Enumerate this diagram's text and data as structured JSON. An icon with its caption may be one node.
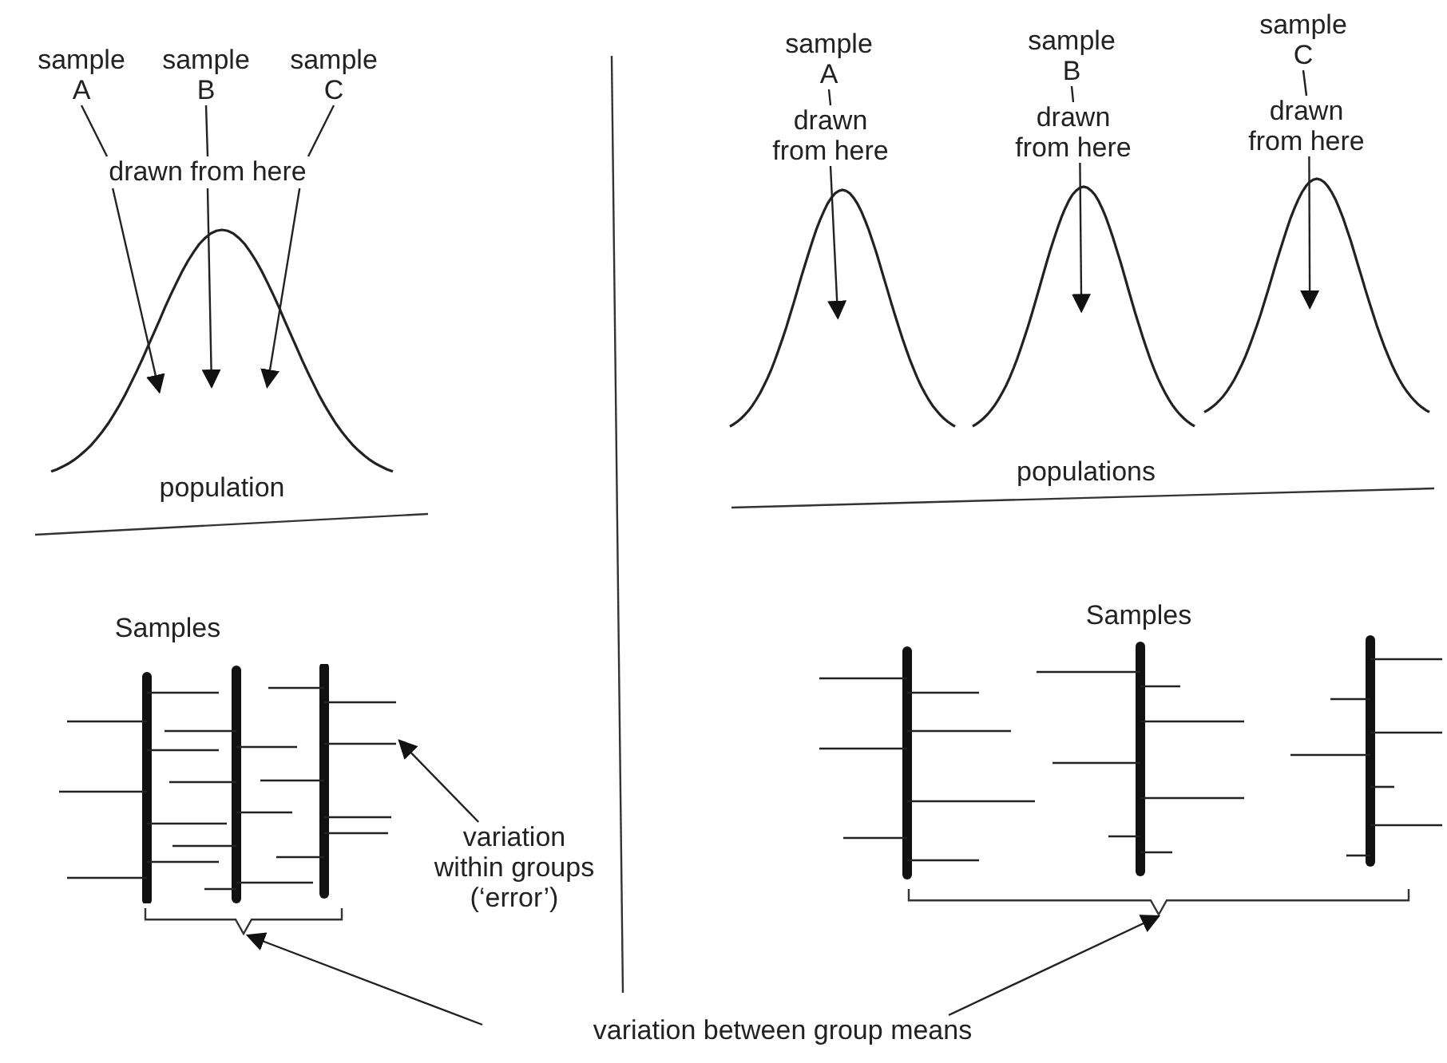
{
  "diagram": {
    "nodes": [
      {
        "text": [
          "sample A"
        ]
      },
      {
        "text": [
          "sample B"
        ]
      },
      {
        "text": [
          "sample C"
        ]
      },
      {
        "text": [
          "drawn from here"
        ]
      },
      {
        "text": [],
        "shape": "curve",
        "beside": [
          "population"
        ]
      },
      {
        "text": [
          "sample A"
        ]
      },
      {
        "text": [
          "sample B"
        ]
      },
      {
        "text": [
          "sample C"
        ]
      },
      {
        "text": [
          "drawn from here"
        ]
      },
      {
        "text": [
          "drawn from here"
        ]
      },
      {
        "text": [
          "drawn from here"
        ]
      },
      {
        "text": [],
        "shape": "curve"
      },
      {
        "text": [],
        "shape": "curve"
      },
      {
        "text": [],
        "shape": "curve"
      },
      {
        "text": [
          "variation within groups (‘error’)"
        ]
      },
      {
        "text": [],
        "shape": "bracket"
      },
      {
        "text": [],
        "shape": "bracket"
      },
      {
        "text": [
          "variation between group means"
        ]
      },
      {
        "text": [],
        "shape": "picture"
      }
    ],
    "edges": [
      {
        "from": 0,
        "to": 3,
        "arrow": "none"
      },
      {
        "from": 1,
        "to": 3,
        "arrow": "none"
      },
      {
        "from": 2,
        "to": 3,
        "arrow": "none"
      },
      {
        "from": 3,
        "to": 4,
        "arrow": "to"
      },
      {
        "from": 3,
        "to": 4,
        "arrow": "to"
      },
      {
        "from": 3,
        "to": 4,
        "arrow": "to"
      },
      {
        "from": 5,
        "to": 8,
        "arrow": "none"
      },
      {
        "from": 6,
        "to": 9,
        "arrow": "none"
      },
      {
        "from": 7,
        "to": 10,
        "arrow": "none"
      },
      {
        "from": 8,
        "to": 11,
        "arrow": "to"
      },
      {
        "from": 9,
        "to": 12,
        "arrow": "to"
      },
      {
        "from": 10,
        "to": 13,
        "arrow": "to"
      },
      {
        "from": 14,
        "to": 18,
        "arrow": "to"
      },
      {
        "from": 17,
        "to": 15,
        "arrow": "to"
      },
      {
        "from": 17,
        "to": 16,
        "arrow": "to"
      }
    ],
    "labels": [
      "populations",
      "Samples",
      "Samples"
    ]
  }
}
